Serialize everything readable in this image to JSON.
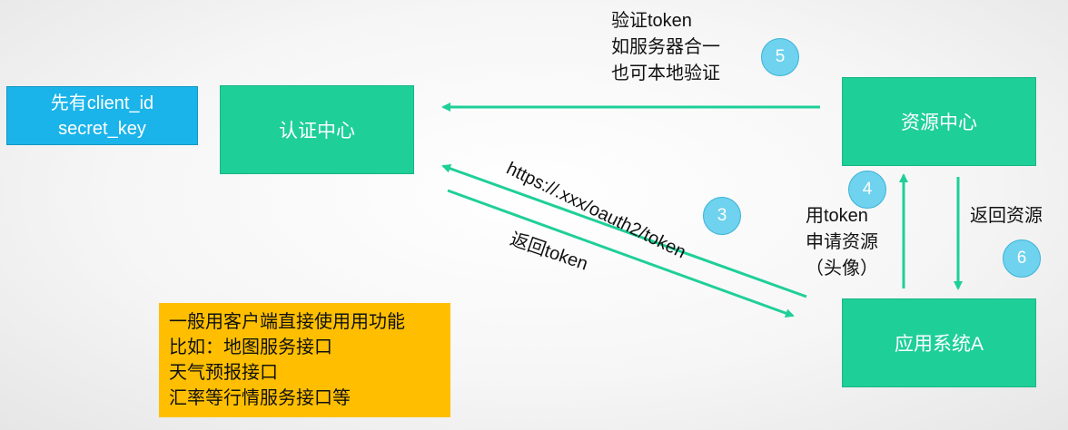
{
  "boxes": {
    "client_info": [
      "先有client_id",
      "secret_key"
    ],
    "auth_center": "认证中心",
    "resource_center": "资源中心",
    "app_system": "应用系统A",
    "note": [
      "一般用客户端直接使用用功能",
      "比如：地图服务接口",
      "天气预报接口",
      "汇率等行情服务接口等"
    ]
  },
  "labels": {
    "verify": [
      "验证token",
      "如服务器合一",
      "也可本地验证"
    ],
    "https_url": "https://.xxx/oauth2/token",
    "return_token": "返回token",
    "request_resource": [
      "用token",
      "申请资源",
      "（头像）"
    ],
    "return_resource": "返回资源"
  },
  "steps": {
    "step3": "3",
    "step4": "4",
    "step5": "5",
    "step6": "6"
  },
  "colors": {
    "green": "#1fcf98",
    "blue": "#1ab4ea",
    "orange": "#ffbf00",
    "step_circle": "#6fd2ee",
    "arrow": "#1fcf98"
  }
}
